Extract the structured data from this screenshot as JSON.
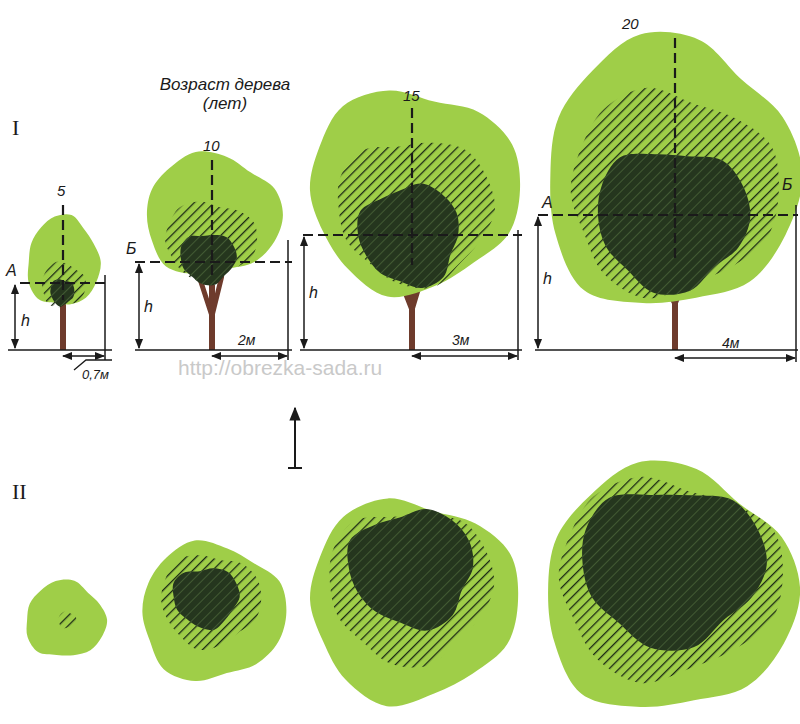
{
  "diagram": {
    "labels": [
      "I",
      "Возраст дерева (лет)",
      "5",
      "10",
      "15",
      "20",
      "А",
      "Б",
      "А",
      "Б",
      "h",
      "h",
      "h",
      "h",
      "0,7м",
      "2м",
      "3м",
      "4м",
      "http://obrezka-sada.ru",
      "II"
    ]
  }
}
